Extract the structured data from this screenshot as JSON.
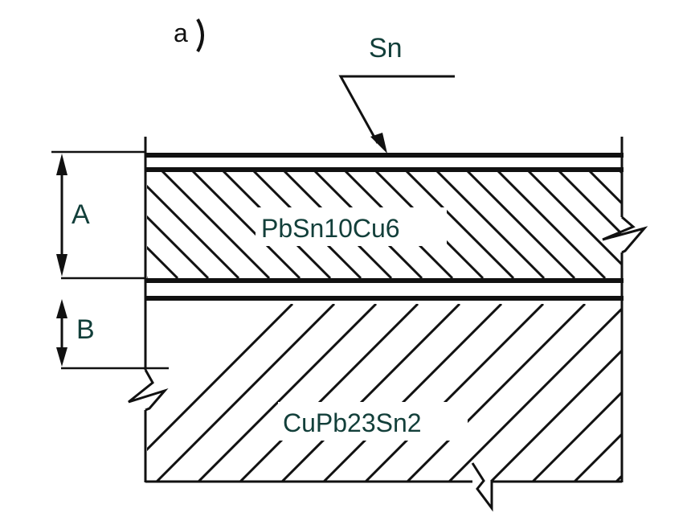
{
  "subfigure_label": "a",
  "layers": {
    "top_coating": "Sn",
    "middle_layer": "PbSn10Cu6",
    "bottom_layer": "CuPb23Sn2"
  },
  "dimensions": {
    "a": "A",
    "b": "B"
  },
  "colors": {
    "line": "#111111",
    "label_text": "#123f3a"
  }
}
